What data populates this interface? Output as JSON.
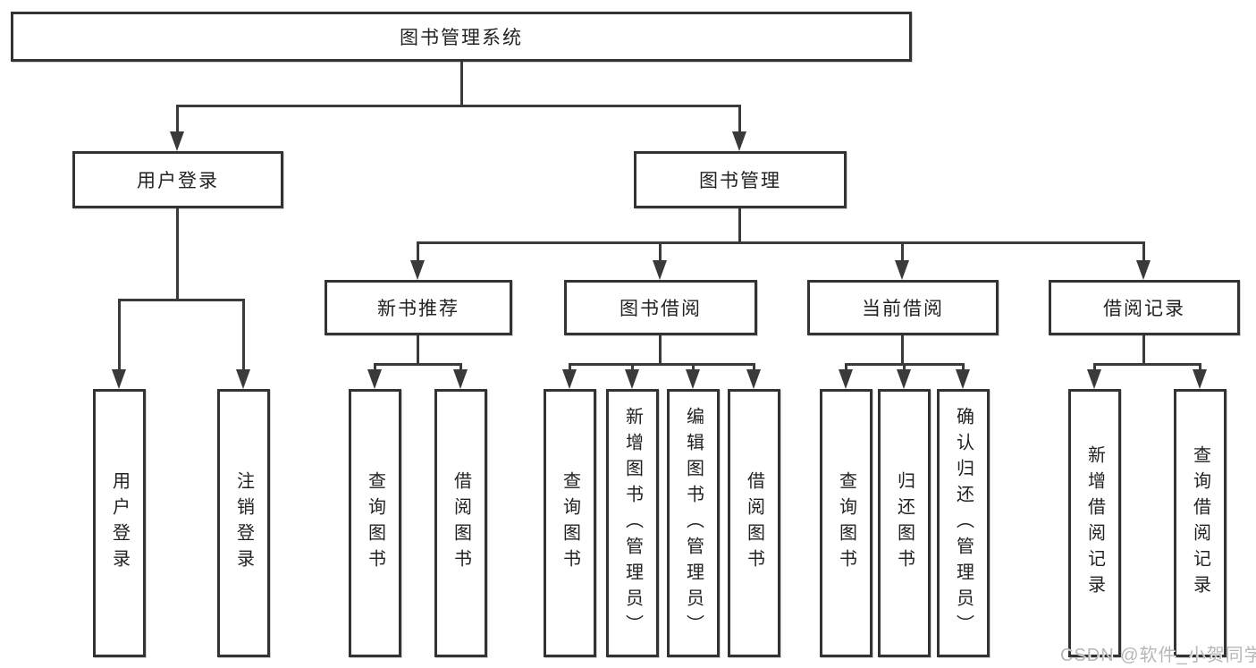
{
  "diagram": {
    "root": {
      "label": "图书管理系统"
    },
    "level2": [
      {
        "label": "用户登录"
      },
      {
        "label": "图书管理"
      }
    ],
    "level3": [
      {
        "label": "新书推荐"
      },
      {
        "label": "图书借阅"
      },
      {
        "label": "当前借阅"
      },
      {
        "label": "借阅记录"
      }
    ],
    "leaves": {
      "user_login": [
        "用户登录",
        "注销登录"
      ],
      "new_book": [
        "查询图书",
        "借阅图书"
      ],
      "borrow": [
        "查询图书",
        "新增图书（管理员）",
        "编辑图书（管理员）",
        "借阅图书"
      ],
      "current": [
        "查询图书",
        "归还图书",
        "确认归还（管理员）"
      ],
      "records": [
        "新增借阅记录",
        "查询借阅记录"
      ]
    }
  },
  "watermark": "CSDN @软件_小贺同学",
  "colors": {
    "line": "#3a3a3a",
    "border": "#333333",
    "text": "#222222",
    "watermark": "#b7b7b7"
  }
}
